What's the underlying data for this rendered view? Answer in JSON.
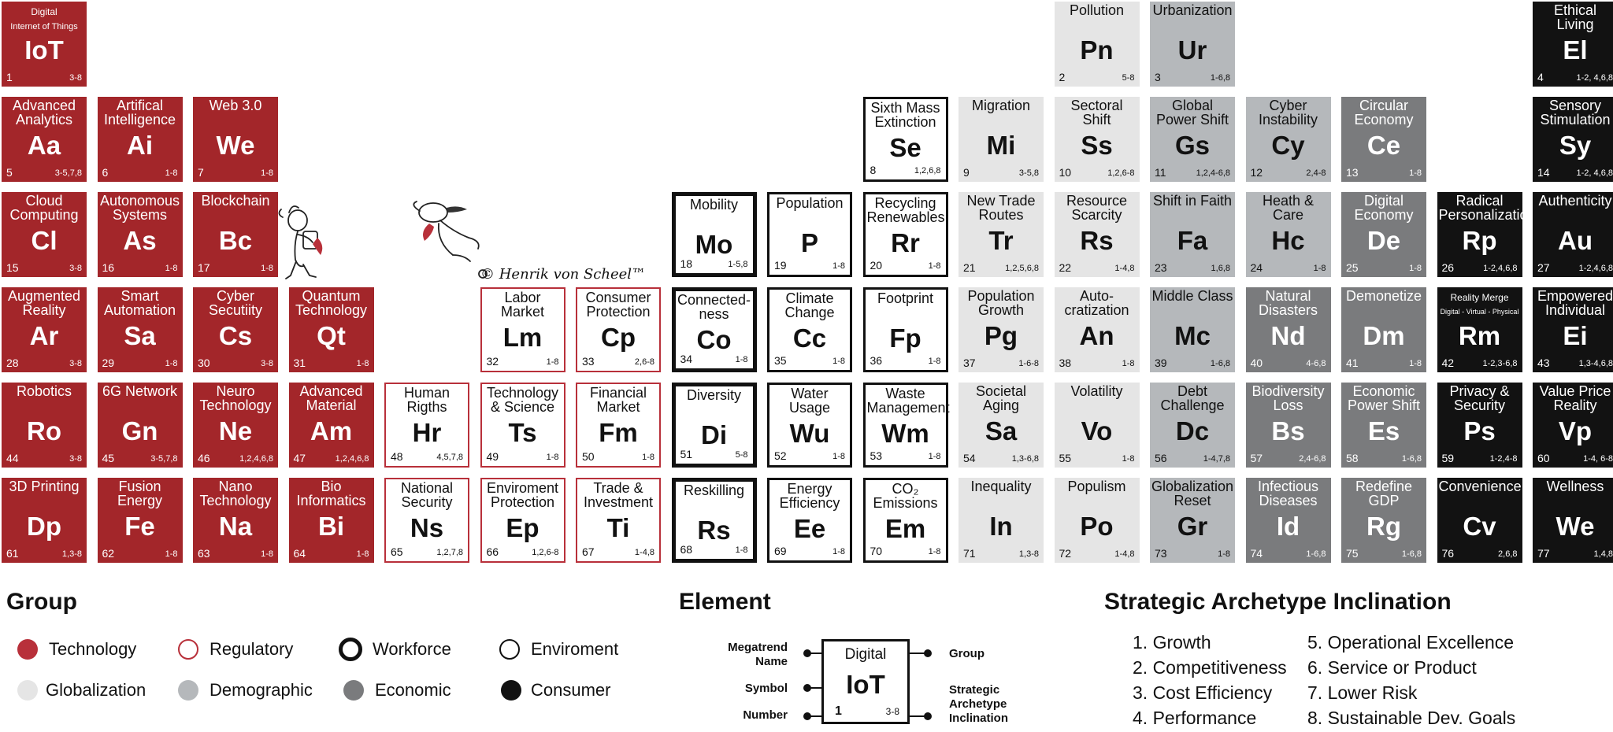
{
  "credit": "© Henrik von Scheel™",
  "groups": {
    "tech": "Technology",
    "reg": "Regulatory",
    "work": "Workforce",
    "env": "Enviroment",
    "glob": "Globalization",
    "demo": "Demographic",
    "econ": "Economic",
    "cons": "Consumer"
  },
  "colors": {
    "tech": "#a3262a",
    "reg_border": "#b8303a",
    "glob": "#e5e5e5",
    "demo": "#b5b8bb",
    "econ": "#7a7b7d",
    "cons": "#121212"
  },
  "elements": [
    {
      "g": "tech",
      "c": 0,
      "r": 0,
      "name": "Digital",
      "sub": "Internet of Things",
      "sym": "IoT",
      "num": "1",
      "arc": "3-8"
    },
    {
      "g": "tech",
      "c": 0,
      "r": 1,
      "name": "Advanced Analytics",
      "sym": "Aa",
      "num": "5",
      "arc": "3-5,7,8"
    },
    {
      "g": "tech",
      "c": 1,
      "r": 1,
      "name": "Artifical Intelligence",
      "sym": "Ai",
      "num": "6",
      "arc": "1-8"
    },
    {
      "g": "tech",
      "c": 2,
      "r": 1,
      "name": "Web 3.0",
      "sym": "We",
      "num": "7",
      "arc": "1-8"
    },
    {
      "g": "tech",
      "c": 0,
      "r": 2,
      "name": "Cloud Computing",
      "sym": "Cl",
      "num": "15",
      "arc": "3-8"
    },
    {
      "g": "tech",
      "c": 1,
      "r": 2,
      "name": "Autonomous Systems",
      "sym": "As",
      "num": "16",
      "arc": "1-8"
    },
    {
      "g": "tech",
      "c": 2,
      "r": 2,
      "name": "Blockchain",
      "sym": "Bc",
      "num": "17",
      "arc": "1-8"
    },
    {
      "g": "tech",
      "c": 0,
      "r": 3,
      "name": "Augmented Reality",
      "sym": "Ar",
      "num": "28",
      "arc": "3-8"
    },
    {
      "g": "tech",
      "c": 1,
      "r": 3,
      "name": "Smart Automation",
      "sym": "Sa",
      "num": "29",
      "arc": "1-8"
    },
    {
      "g": "tech",
      "c": 2,
      "r": 3,
      "name": "Cyber Secutiity",
      "sym": "Cs",
      "num": "30",
      "arc": "3-8"
    },
    {
      "g": "tech",
      "c": 3,
      "r": 3,
      "name": "Quantum Technology",
      "sym": "Qt",
      "num": "31",
      "arc": "1-8"
    },
    {
      "g": "tech",
      "c": 0,
      "r": 4,
      "name": "Robotics",
      "sym": "Ro",
      "num": "44",
      "arc": "3-8"
    },
    {
      "g": "tech",
      "c": 1,
      "r": 4,
      "name": "6G Network",
      "sym": "Gn",
      "num": "45",
      "arc": "3-5,7,8"
    },
    {
      "g": "tech",
      "c": 2,
      "r": 4,
      "name": "Neuro Technology",
      "sym": "Ne",
      "num": "46",
      "arc": "1,2,4,6,8"
    },
    {
      "g": "tech",
      "c": 3,
      "r": 4,
      "name": "Advanced Material",
      "sym": "Am",
      "num": "47",
      "arc": "1,2,4,6,8"
    },
    {
      "g": "tech",
      "c": 0,
      "r": 5,
      "name": "3D Printing",
      "sym": "Dp",
      "num": "61",
      "arc": "1,3-8"
    },
    {
      "g": "tech",
      "c": 1,
      "r": 5,
      "name": "Fusion Energy",
      "sym": "Fe",
      "num": "62",
      "arc": "1-8"
    },
    {
      "g": "tech",
      "c": 2,
      "r": 5,
      "name": "Nano Technology",
      "sym": "Na",
      "num": "63",
      "arc": "1-8"
    },
    {
      "g": "tech",
      "c": 3,
      "r": 5,
      "name": "Bio Informatics",
      "sym": "Bi",
      "num": "64",
      "arc": "1-8"
    },
    {
      "g": "reg",
      "c": 5,
      "r": 3,
      "name": "Labor Market",
      "sym": "Lm",
      "num": "32",
      "arc": "1-8"
    },
    {
      "g": "reg",
      "c": 6,
      "r": 3,
      "name": "Consumer Protection",
      "sym": "Cp",
      "num": "33",
      "arc": "2,6-8"
    },
    {
      "g": "reg",
      "c": 4,
      "r": 4,
      "name": "Human Rigths",
      "sym": "Hr",
      "num": "48",
      "arc": "4,5,7,8"
    },
    {
      "g": "reg",
      "c": 5,
      "r": 4,
      "name": "Technology & Science",
      "sym": "Ts",
      "num": "49",
      "arc": "1-8"
    },
    {
      "g": "reg",
      "c": 6,
      "r": 4,
      "name": "Financial Market",
      "sym": "Fm",
      "num": "50",
      "arc": "1-8"
    },
    {
      "g": "reg",
      "c": 4,
      "r": 5,
      "name": "National Security",
      "sym": "Ns",
      "num": "65",
      "arc": "1,2,7,8"
    },
    {
      "g": "reg",
      "c": 5,
      "r": 5,
      "name": "Enviroment Protection",
      "sym": "Ep",
      "num": "66",
      "arc": "1,2,6-8"
    },
    {
      "g": "reg",
      "c": 6,
      "r": 5,
      "name": "Trade & Investment",
      "sym": "Ti",
      "num": "67",
      "arc": "1-4,8"
    },
    {
      "g": "work",
      "c": 7,
      "r": 2,
      "name": "Mobility",
      "sym": "Mo",
      "num": "18",
      "arc": "1-5,8"
    },
    {
      "g": "work",
      "c": 7,
      "r": 3,
      "name": "Connected- ness",
      "sym": "Co",
      "num": "34",
      "arc": "1-8"
    },
    {
      "g": "work",
      "c": 7,
      "r": 4,
      "name": "Diversity",
      "sym": "Di",
      "num": "51",
      "arc": "5-8"
    },
    {
      "g": "work",
      "c": 7,
      "r": 5,
      "name": "Reskilling",
      "sym": "Rs",
      "num": "68",
      "arc": "1-8"
    },
    {
      "g": "env",
      "c": 9,
      "r": 1,
      "name": "Sixth Mass Extinction",
      "sym": "Se",
      "num": "8",
      "arc": "1,2,6,8"
    },
    {
      "g": "env",
      "c": 8,
      "r": 2,
      "name": "Population",
      "sym": "P",
      "num": "19",
      "arc": "1-8"
    },
    {
      "g": "env",
      "c": 9,
      "r": 2,
      "name": "Recycling Renewables",
      "sym": "Rr",
      "num": "20",
      "arc": "1-8"
    },
    {
      "g": "env",
      "c": 8,
      "r": 3,
      "name": "Climate Change",
      "sym": "Cc",
      "num": "35",
      "arc": "1-8"
    },
    {
      "g": "env",
      "c": 9,
      "r": 3,
      "name": "Footprint",
      "sym": "Fp",
      "num": "36",
      "arc": "1-8"
    },
    {
      "g": "env",
      "c": 8,
      "r": 4,
      "name": "Water Usage",
      "sym": "Wu",
      "num": "52",
      "arc": "1-8"
    },
    {
      "g": "env",
      "c": 9,
      "r": 4,
      "name": "Waste Management",
      "sym": "Wm",
      "num": "53",
      "arc": "1-8"
    },
    {
      "g": "env",
      "c": 8,
      "r": 5,
      "name": "Energy Efficiency",
      "sym": "Ee",
      "num": "69",
      "arc": "1-8"
    },
    {
      "g": "env",
      "c": 9,
      "r": 5,
      "name": "CO₂ Emissions",
      "sym": "Em",
      "num": "70",
      "arc": "1-8"
    },
    {
      "g": "glob",
      "c": 11,
      "r": 0,
      "name": "Pollution",
      "sym": "Pn",
      "num": "2",
      "arc": "5-8"
    },
    {
      "g": "glob",
      "c": 10,
      "r": 1,
      "name": "Migration",
      "sym": "Mi",
      "num": "9",
      "arc": "3-5,8"
    },
    {
      "g": "glob",
      "c": 11,
      "r": 1,
      "name": "Sectoral Shift",
      "sym": "Ss",
      "num": "10",
      "arc": "1,2,6-8"
    },
    {
      "g": "glob",
      "c": 10,
      "r": 2,
      "name": "New Trade Routes",
      "sym": "Tr",
      "num": "21",
      "arc": "1,2,5,6,8"
    },
    {
      "g": "glob",
      "c": 11,
      "r": 2,
      "name": "Resource Scarcity",
      "sym": "Rs",
      "num": "22",
      "arc": "1-4,8"
    },
    {
      "g": "glob",
      "c": 10,
      "r": 3,
      "name": "Population Growth",
      "sym": "Pg",
      "num": "37",
      "arc": "1-6-8"
    },
    {
      "g": "glob",
      "c": 11,
      "r": 3,
      "name": "Auto- cratization",
      "sym": "An",
      "num": "38",
      "arc": "1-8"
    },
    {
      "g": "glob",
      "c": 10,
      "r": 4,
      "name": "Societal Aging",
      "sym": "Sa",
      "num": "54",
      "arc": "1,3-6,8"
    },
    {
      "g": "glob",
      "c": 11,
      "r": 4,
      "name": "Volatility",
      "sym": "Vo",
      "num": "55",
      "arc": "1-8"
    },
    {
      "g": "glob",
      "c": 10,
      "r": 5,
      "name": "Inequality",
      "sym": "In",
      "num": "71",
      "arc": "1,3-8"
    },
    {
      "g": "glob",
      "c": 11,
      "r": 5,
      "name": "Populism",
      "sym": "Po",
      "num": "72",
      "arc": "1-4,8"
    },
    {
      "g": "demo",
      "c": 12,
      "r": 0,
      "name": "Urbanization",
      "sym": "Ur",
      "num": "3",
      "arc": "1-6,8"
    },
    {
      "g": "demo",
      "c": 12,
      "r": 1,
      "name": "Global Power Shift",
      "sym": "Gs",
      "num": "11",
      "arc": "1,2,4-6,8"
    },
    {
      "g": "demo",
      "c": 13,
      "r": 1,
      "name": "Cyber Instability",
      "sym": "Cy",
      "num": "12",
      "arc": "2,4-8"
    },
    {
      "g": "demo",
      "c": 12,
      "r": 2,
      "name": "Shift in Faith",
      "sym": "Fa",
      "num": "23",
      "arc": "1,6,8"
    },
    {
      "g": "demo",
      "c": 13,
      "r": 2,
      "name": "Heath & Care",
      "sym": "Hc",
      "num": "24",
      "arc": "1-8"
    },
    {
      "g": "demo",
      "c": 12,
      "r": 3,
      "name": "Middle Class",
      "sym": "Mc",
      "num": "39",
      "arc": "1-6,8"
    },
    {
      "g": "demo",
      "c": 12,
      "r": 4,
      "name": "Debt Challenge",
      "sym": "Dc",
      "num": "56",
      "arc": "1-4,7,8"
    },
    {
      "g": "demo",
      "c": 12,
      "r": 5,
      "name": "Globalization Reset",
      "sym": "Gr",
      "num": "73",
      "arc": "1-8"
    },
    {
      "g": "econ",
      "c": 14,
      "r": 1,
      "name": "Circular Economy",
      "sym": "Ce",
      "num": "13",
      "arc": "1-8"
    },
    {
      "g": "econ",
      "c": 14,
      "r": 2,
      "name": "Digital Economy",
      "sym": "De",
      "num": "25",
      "arc": "1-8"
    },
    {
      "g": "econ",
      "c": 13,
      "r": 3,
      "name": "Natural Disasters",
      "sym": "Nd",
      "num": "40",
      "arc": "4-6,8"
    },
    {
      "g": "econ",
      "c": 14,
      "r": 3,
      "name": "Demonetize",
      "sym": "Dm",
      "num": "41",
      "arc": "1-8"
    },
    {
      "g": "econ",
      "c": 13,
      "r": 4,
      "name": "Biodiversity Loss",
      "sym": "Bs",
      "num": "57",
      "arc": "2,4-6,8"
    },
    {
      "g": "econ",
      "c": 14,
      "r": 4,
      "name": "Economic Power Shift",
      "sym": "Es",
      "num": "58",
      "arc": "1-6,8"
    },
    {
      "g": "econ",
      "c": 13,
      "r": 5,
      "name": "Infectious Diseases",
      "sym": "Id",
      "num": "74",
      "arc": "1-6,8"
    },
    {
      "g": "econ",
      "c": 14,
      "r": 5,
      "name": "Redefine GDP",
      "sym": "Rg",
      "num": "75",
      "arc": "1-6,8"
    },
    {
      "g": "cons",
      "c": 16,
      "r": 0,
      "name": "Ethical Living",
      "sym": "El",
      "num": "4",
      "arc": "1-2, 4,6,8"
    },
    {
      "g": "cons",
      "c": 16,
      "r": 1,
      "name": "Sensory Stimulation",
      "sym": "Sy",
      "num": "14",
      "arc": "1-2, 4,6,8"
    },
    {
      "g": "cons",
      "c": 15,
      "r": 2,
      "name": "Radical Personalization",
      "sym": "Rp",
      "num": "26",
      "arc": "1-2,4,6,8"
    },
    {
      "g": "cons",
      "c": 16,
      "r": 2,
      "name": "Authenticity",
      "sym": "Au",
      "num": "27",
      "arc": "1-2,4,6,8"
    },
    {
      "g": "cons",
      "c": 15,
      "r": 3,
      "name": "Reality Merge",
      "sub": "Digital - Virtual - Physical",
      "sym": "Rm",
      "num": "42",
      "arc": "1-2,3-6,8"
    },
    {
      "g": "cons",
      "c": 16,
      "r": 3,
      "name": "Empowered Individual",
      "sym": "Ei",
      "num": "43",
      "arc": "1,3-4,6,8"
    },
    {
      "g": "cons",
      "c": 15,
      "r": 4,
      "name": "Privacy & Security",
      "sym": "Ps",
      "num": "59",
      "arc": "1-2,4-8"
    },
    {
      "g": "cons",
      "c": 16,
      "r": 4,
      "name": "Value Price Reality",
      "sym": "Vp",
      "num": "60",
      "arc": "1-4, 6-8"
    },
    {
      "g": "cons",
      "c": 15,
      "r": 5,
      "name": "Convenience",
      "sym": "Cv",
      "num": "76",
      "arc": "2,6,8"
    },
    {
      "g": "cons",
      "c": 16,
      "r": 5,
      "name": "Wellness",
      "sym": "We",
      "num": "77",
      "arc": "1,4,8"
    }
  ],
  "legend": {
    "group_title": "Group",
    "element_title": "Element",
    "archetype_title": "Strategic Archetype Inclination",
    "element_key": {
      "megatrend": "Megatrend Name",
      "symbol": "Symbol",
      "number": "Number",
      "group": "Group",
      "strategic": "Strategic Archetype Inclination",
      "sample_name": "Digital",
      "sample_sym": "IoT",
      "sample_num": "1",
      "sample_arc": "3-8"
    },
    "archetypes": [
      "1. Growth",
      "2. Competitiveness",
      "3. Cost Efficiency",
      "4. Performance",
      "5. Operational Excellence",
      "6. Service or Product",
      "7. Lower Risk",
      "8. Sustainable Dev. Goals"
    ]
  }
}
